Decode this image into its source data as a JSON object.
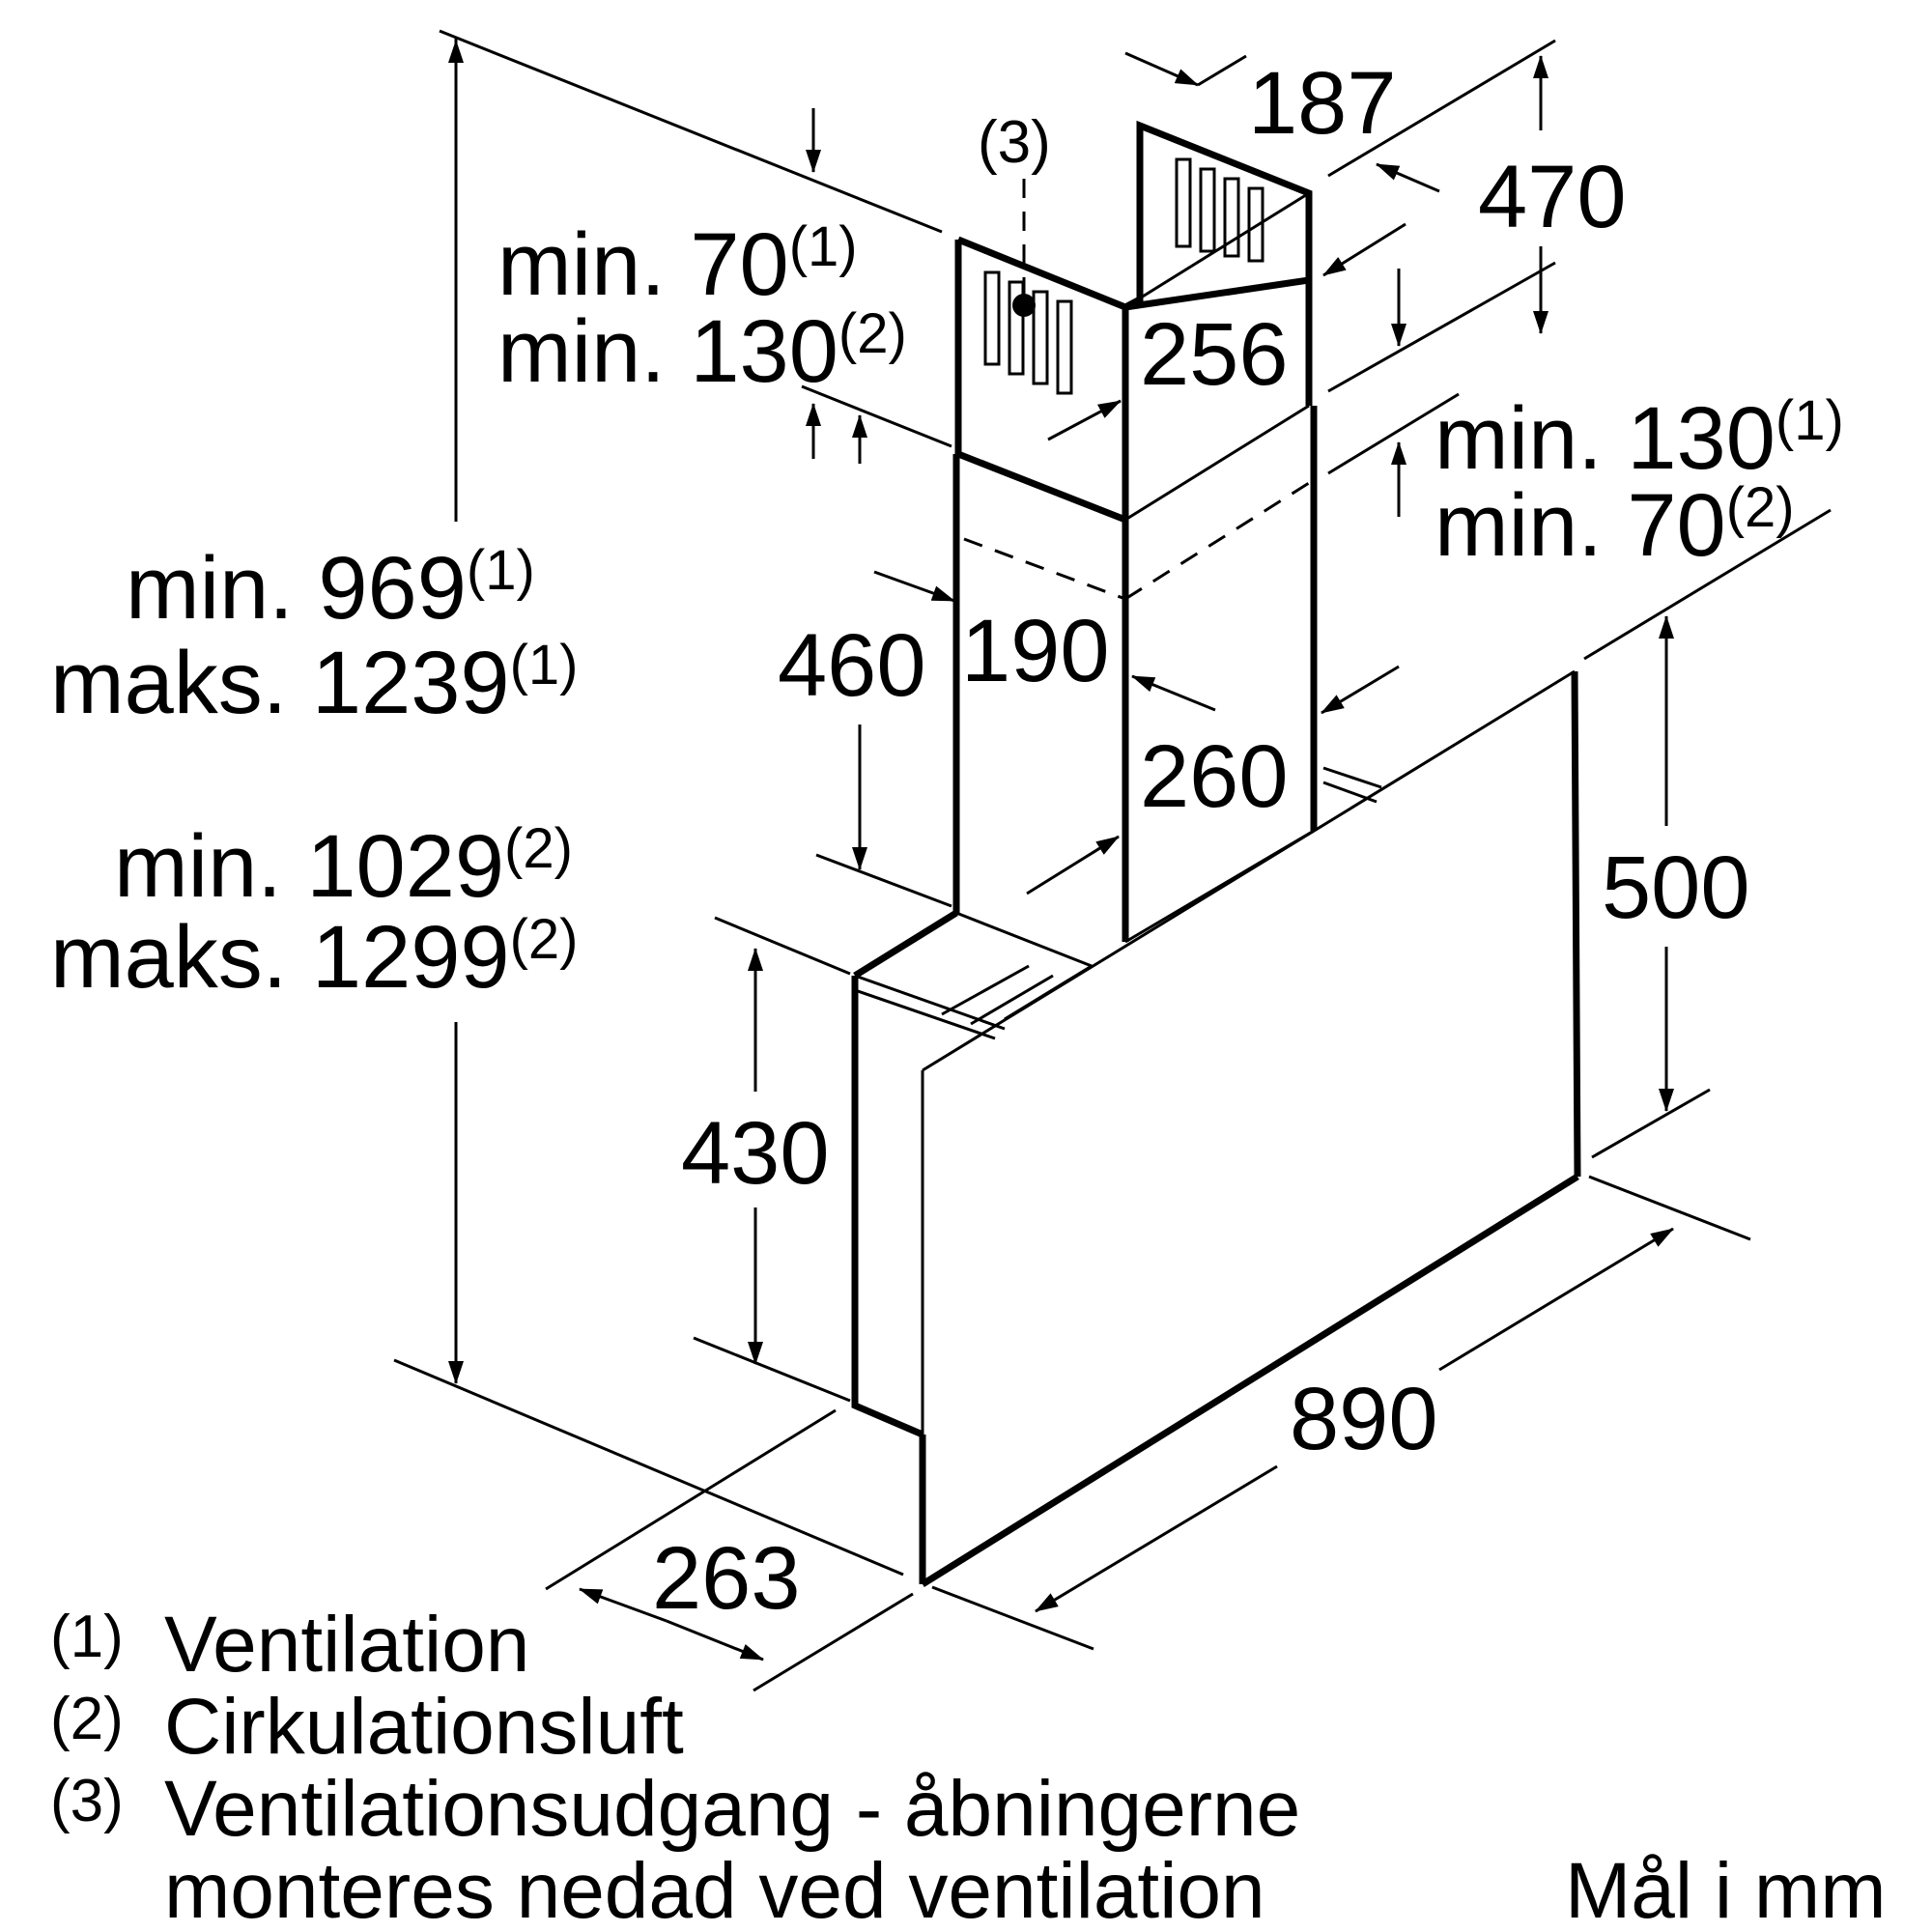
{
  "labels": {
    "ventilation_exit_ref": "(3)",
    "d187": "187",
    "d470": "470",
    "d256": "256",
    "d190": "190",
    "d260": "260",
    "d460": "460",
    "d430": "430",
    "d500": "500",
    "d890": "890",
    "d263": "263"
  },
  "clearance_top_left": {
    "line1": "min. 70",
    "line1_sup": "(1)",
    "line2": "min. 130",
    "line2_sup": "(2)"
  },
  "clearance_right": {
    "line1": "min. 130",
    "line1_sup": "(1)",
    "line2": "min. 70",
    "line2_sup": "(2)"
  },
  "height_ventilation": {
    "min": "min. 969",
    "min_sup": "(1)",
    "max": "maks. 1239",
    "max_sup": "(1)"
  },
  "height_recirculation": {
    "min": "min. 1029",
    "min_sup": "(2)",
    "max": "maks. 1299",
    "max_sup": "(2)"
  },
  "legend": [
    {
      "marker": "(1)",
      "text": "Ventilation"
    },
    {
      "marker": "(2)",
      "text": "Cirkulationsluft"
    },
    {
      "marker": "(3)",
      "text": "Ventilationsudgang - åbningerne",
      "text2": "monteres nedad ved ventilation"
    }
  ],
  "units": "Mål i mm"
}
